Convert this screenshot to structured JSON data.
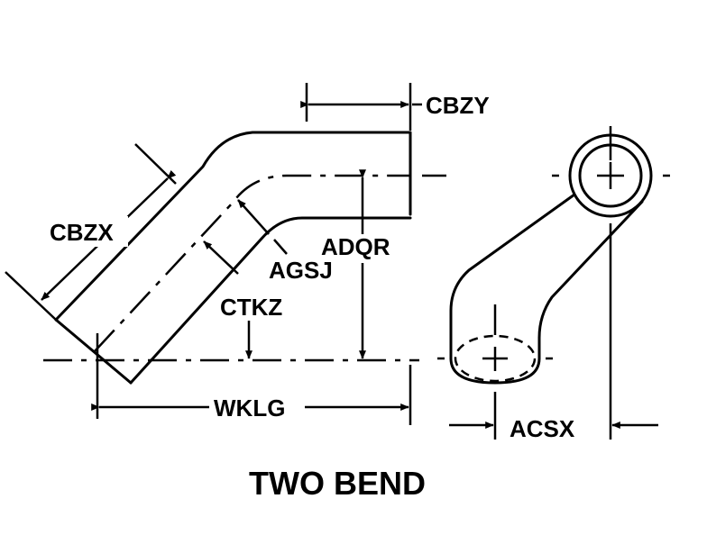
{
  "figure": {
    "caption": "TWO BEND",
    "dimensions": {
      "cbzy": "CBZY",
      "cbzx": "CBZX",
      "adqr": "ADQR",
      "agsj": "AGSJ",
      "ctkz": "CTKZ",
      "wklg": "WKLG",
      "acsx": "ACSX"
    }
  }
}
